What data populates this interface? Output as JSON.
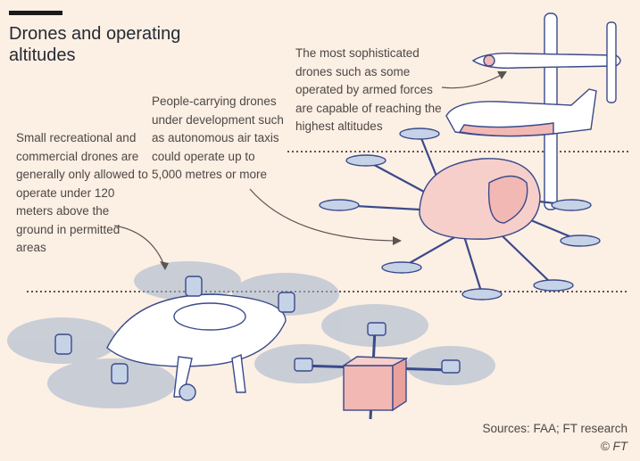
{
  "title": "Drones and operating altitudes",
  "annotations": {
    "recreational": "Small recreational and commercial drones are generally only allowed to operate under 120 meters above the ground in permitted areas",
    "people_carrying": "People-carrying drones under development such as autonomous air taxis could operate up to 5,000 metres or more",
    "military": "The most sophisticated drones such as some operated by armed forces are capable of reaching the highest altitudes"
  },
  "footer": {
    "sources": "Sources: FAA; FT research",
    "copyright": "© FT"
  },
  "colors": {
    "background": "#fcefe4",
    "outline": "#3a4a8a",
    "rotor_shadow": "#9fb2cc",
    "accent_pink": "#f2b8b4",
    "dotted_line": "#5a5552"
  }
}
